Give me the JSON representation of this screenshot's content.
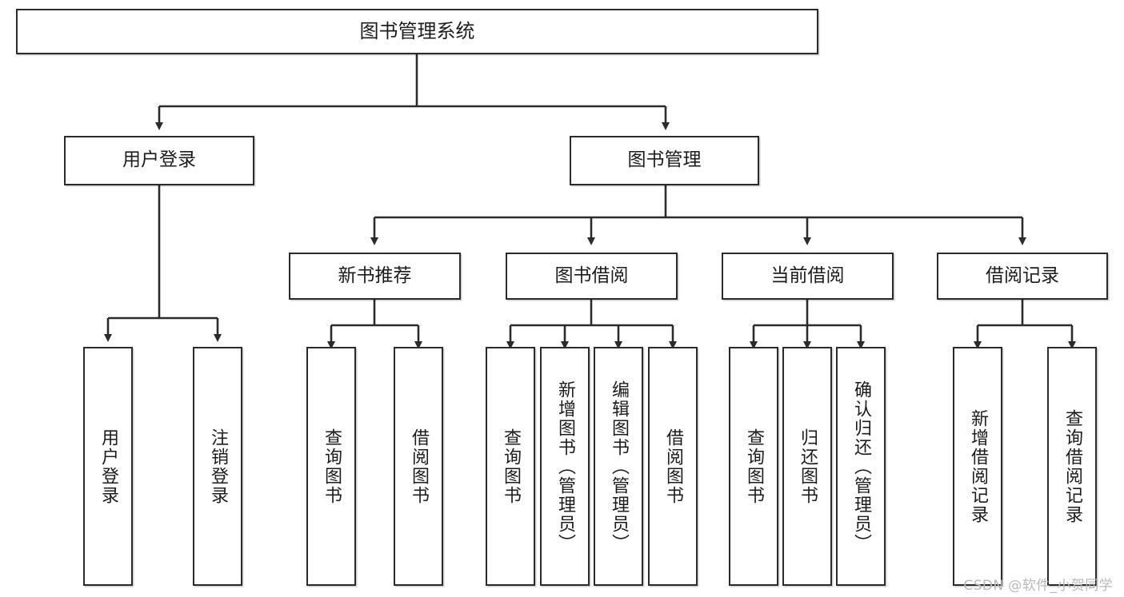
{
  "diagram": {
    "title": "图书管理系统",
    "type": "tree",
    "colors": {
      "box_border": "#2b2b2b",
      "box_fill": "#ffffff",
      "connector": "#2b2b2b",
      "text": "#1c1c1c",
      "watermark": "#b9b9b9",
      "background": "#ffffff"
    },
    "nodes": {
      "root": {
        "label": "图书管理系统",
        "orientation": "horizontal"
      },
      "level2": [
        {
          "label": "用户登录",
          "orientation": "horizontal"
        },
        {
          "label": "图书管理",
          "orientation": "horizontal"
        }
      ],
      "level3": [
        {
          "label": "新书推荐",
          "orientation": "horizontal"
        },
        {
          "label": "图书借阅",
          "orientation": "horizontal"
        },
        {
          "label": "当前借阅",
          "orientation": "horizontal"
        },
        {
          "label": "借阅记录",
          "orientation": "horizontal"
        }
      ],
      "leaves": {
        "user_login": [
          {
            "label": "用户登录",
            "orientation": "vertical"
          },
          {
            "label": "注销登录",
            "orientation": "vertical"
          }
        ],
        "new_book_recommend": [
          {
            "label": "查询图书",
            "orientation": "vertical"
          },
          {
            "label": "借阅图书",
            "orientation": "vertical"
          }
        ],
        "book_borrow": [
          {
            "label": "查询图书",
            "orientation": "vertical"
          },
          {
            "label": "新增图书（管理员）",
            "orientation": "vertical"
          },
          {
            "label": "编辑图书（管理员）",
            "orientation": "vertical"
          },
          {
            "label": "借阅图书",
            "orientation": "vertical"
          }
        ],
        "current_borrow": [
          {
            "label": "查询图书",
            "orientation": "vertical"
          },
          {
            "label": "归还图书",
            "orientation": "vertical"
          },
          {
            "label": "确认归还（管理员）",
            "orientation": "vertical"
          }
        ],
        "borrow_record": [
          {
            "label": "新增借阅记录",
            "orientation": "vertical"
          },
          {
            "label": "查询借阅记录",
            "orientation": "vertical"
          }
        ]
      }
    },
    "watermark": "CSDN @软件_小贺同学"
  }
}
